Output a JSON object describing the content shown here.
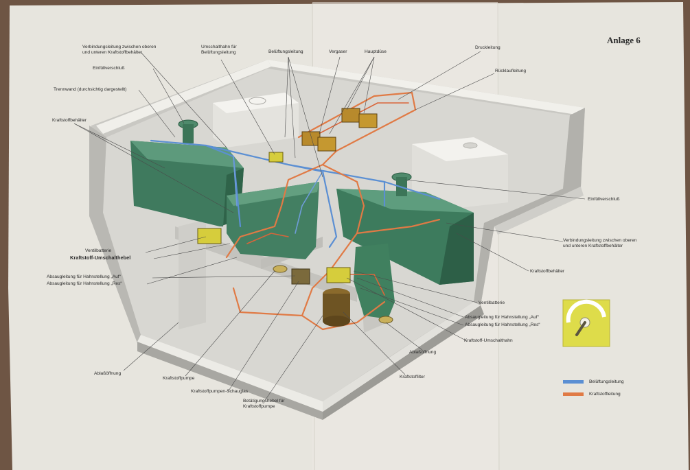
{
  "page": {
    "annex_label": "Anlage 6",
    "colors": {
      "paper": "#e6e4dc",
      "tank_green": "#3f7a5e",
      "ventilation_line": "#5b8fd3",
      "fuel_line": "#e07a45",
      "valve_yellow": "#d6cd3c"
    }
  },
  "labels_top": [
    {
      "id": "connect-upper-lower",
      "text": "Verbindungsleitung zwischen oberen\nund unteren Kraftstoffbehälter"
    },
    {
      "id": "fill-cap-left",
      "text": "Einfüllverschluß"
    },
    {
      "id": "partition",
      "text": "Trennwand (durchsichtig dargestellt)"
    },
    {
      "id": "tank-left",
      "text": "Kraftstoffbehälter"
    },
    {
      "id": "vent-switch-valve",
      "text": "Umschalthahn für\nBelüftungsleitung"
    },
    {
      "id": "vent-line",
      "text": "Belüftungsleitung"
    },
    {
      "id": "carburetor",
      "text": "Vergaser"
    },
    {
      "id": "main-jet",
      "text": "Hauptdüse"
    },
    {
      "id": "pressure-line",
      "text": "Druckleitung"
    },
    {
      "id": "return-line",
      "text": "Rücklaufleitung"
    }
  ],
  "labels_left": [
    {
      "id": "valve-battery-left",
      "text": "Ventilbatterie"
    },
    {
      "id": "switch-lever",
      "text": "Kraftstoff-Umschalthebel",
      "bold": true
    },
    {
      "id": "suction-auf-left",
      "text": "Absaugleitung für Hahnstellung „Auf“"
    },
    {
      "id": "suction-res-left",
      "text": "Absaugleitung für Hahnstellung „Res“"
    }
  ],
  "labels_bottom": [
    {
      "id": "drain-left",
      "text": "Ablaßöffnung"
    },
    {
      "id": "fuel-pump",
      "text": "Kraftstoffpumpe"
    },
    {
      "id": "sight-glass",
      "text": "Kraftstoffpumpen-Schauglas"
    },
    {
      "id": "pump-lever",
      "text": "Betätigungshebel für\nKraftstoffpumpe"
    },
    {
      "id": "fuel-filter",
      "text": "Kraftstoffilter"
    },
    {
      "id": "drain-right",
      "text": "Ablaßöffnung"
    }
  ],
  "labels_right": [
    {
      "id": "fill-cap-right",
      "text": "Einfüllverschluß"
    },
    {
      "id": "connect-right",
      "text": "Verbindungsleitung zwischen oberen\nund unteren Kraftstoffbehälter"
    },
    {
      "id": "tank-right",
      "text": "Kraftstoffbehälter"
    },
    {
      "id": "valve-battery-right",
      "text": "Ventilbatterie"
    },
    {
      "id": "suction-auf-right",
      "text": "Absaugleitung für Hahnstellung „Auf“"
    },
    {
      "id": "suction-res-right",
      "text": "Absaugleitung für Hahnstellung „Res“"
    },
    {
      "id": "fuel-switch-valve",
      "text": "Kraftstoff-Umschalthahn"
    }
  ],
  "legend": [
    {
      "label": "Belüftungsleitung",
      "color": "#5b8fd3"
    },
    {
      "label": "Kraftstoffleitung",
      "color": "#e07a45"
    }
  ]
}
